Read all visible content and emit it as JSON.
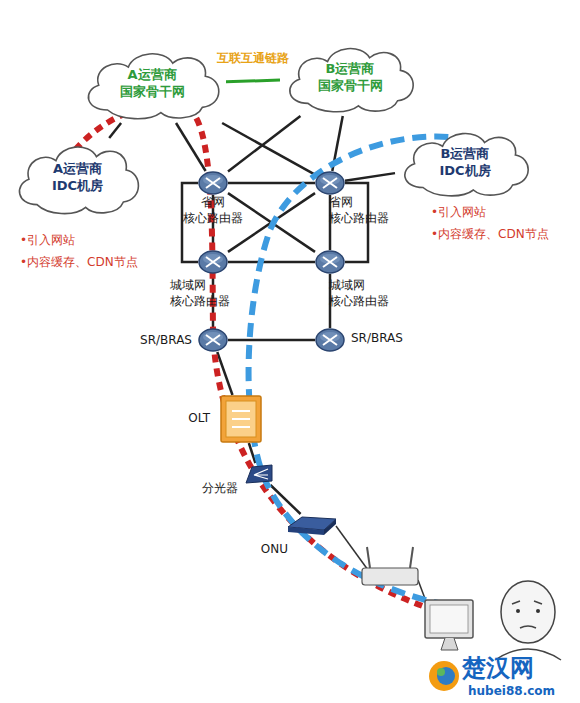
{
  "diagram": {
    "nodes": [
      {
        "text": [
          "A运营商 国家骨干网"
        ]
      },
      {
        "text": [
          "B运营商 国家骨干网"
        ]
      },
      {
        "text": [
          "A运营商 IDC机房"
        ]
      },
      {
        "text": [
          "B运营商 IDC机房"
        ]
      },
      {
        "text": [
          "省网 核心路由器"
        ]
      },
      {
        "text": [
          "省网 核心路由器"
        ]
      },
      {
        "text": [
          "城域网 核心路由器"
        ]
      },
      {
        "text": [
          "城域网 核心路由器"
        ]
      },
      {
        "text": [
          "SR/BRAS"
        ]
      },
      {
        "text": [
          "SR/BRAS"
        ]
      },
      {
        "text": [
          "OLT"
        ]
      },
      {
        "text": [
          "分光器"
        ]
      },
      {
        "text": [
          "ONU"
        ]
      }
    ],
    "edges": [
      {
        "from": 0,
        "to": 1,
        "arrow": "none",
        "label": "互联互通链路"
      },
      {
        "from": 0,
        "to": 2,
        "arrow": "none"
      },
      {
        "from": 0,
        "to": 4,
        "arrow": "none"
      },
      {
        "from": 0,
        "to": 5,
        "arrow": "none"
      },
      {
        "from": 1,
        "to": 4,
        "arrow": "none"
      },
      {
        "from": 1,
        "to": 5,
        "arrow": "none"
      },
      {
        "from": 5,
        "to": 3,
        "arrow": "none"
      },
      {
        "from": 4,
        "to": 5,
        "arrow": "none"
      },
      {
        "from": 4,
        "to": 6,
        "arrow": "none"
      },
      {
        "from": 5,
        "to": 7,
        "arrow": "none"
      },
      {
        "from": 4,
        "to": 7,
        "arrow": "none"
      },
      {
        "from": 5,
        "to": 6,
        "arrow": "none"
      },
      {
        "from": 6,
        "to": 7,
        "arrow": "none"
      },
      {
        "from": 6,
        "to": 8,
        "arrow": "none"
      },
      {
        "from": 7,
        "to": 9,
        "arrow": "none"
      },
      {
        "from": 8,
        "to": 9,
        "arrow": "none"
      },
      {
        "from": 8,
        "to": 10,
        "arrow": "none"
      },
      {
        "from": 10,
        "to": 11,
        "arrow": "none"
      },
      {
        "from": 11,
        "to": 12,
        "arrow": "none"
      }
    ],
    "labels": [
      "•引入网站",
      "•内容缓存、CDN节点",
      "•引入网站",
      "•内容缓存、CDN节点",
      "楚汉网",
      "hubei88.com"
    ]
  }
}
